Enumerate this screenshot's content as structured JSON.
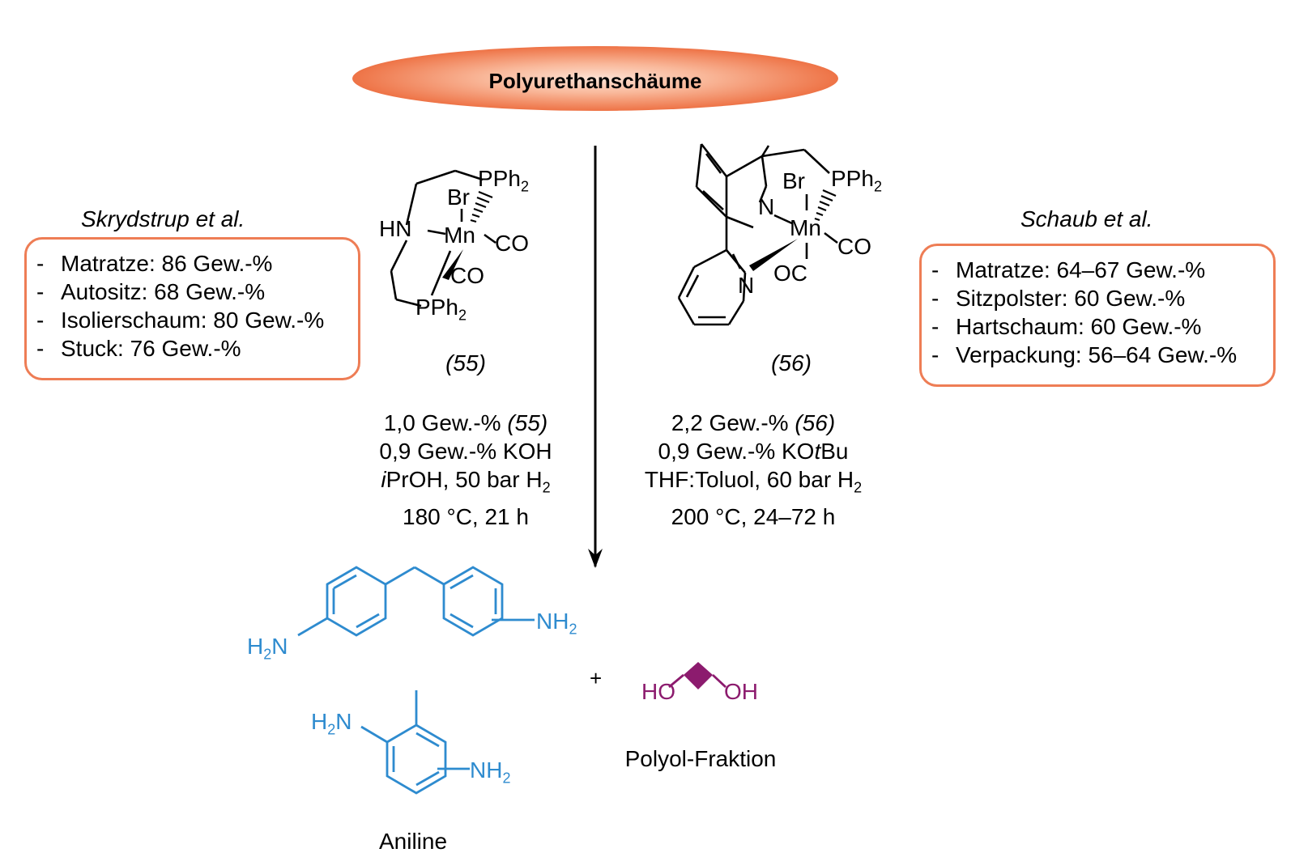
{
  "title": "Polyurethanschäume",
  "left_source": {
    "author": "Skrydstrup et al.",
    "items": [
      {
        "name": "Matratze",
        "value": "86 Gew.-%"
      },
      {
        "name": "Autositz",
        "value": "68 Gew.-%"
      },
      {
        "name": "Isolierschaum",
        "value": "80 Gew.-%"
      },
      {
        "name": "Stuck",
        "value": "76 Gew.-%"
      }
    ],
    "catalyst_number": "(55)",
    "conditions": {
      "line1_prefix": "1,0 Gew.-% ",
      "line1_ref": "(55)",
      "line2": "0,9 Gew.-% KOH",
      "line3_italic": "i",
      "line3_rest": "PrOH, 50 bar H",
      "line3_sub": "2",
      "line4": "180 °C, 21 h"
    },
    "catalyst_labels": {
      "pph2_top": "PPh",
      "pph2_top_sub": "2",
      "br": "Br",
      "hn": "HN",
      "mn": "Mn",
      "co_right": "CO",
      "co_bottom": "CO",
      "pph2_bottom": "PPh",
      "pph2_bottom_sub": "2"
    }
  },
  "right_source": {
    "author": "Schaub et al.",
    "items": [
      {
        "name": "Matratze",
        "value": "64–67 Gew.-%"
      },
      {
        "name": "Sitzpolster",
        "value": "60 Gew.-%"
      },
      {
        "name": "Hartschaum",
        "value": "60 Gew.-%"
      },
      {
        "name": "Verpackung",
        "value": "56–64 Gew.-%"
      }
    ],
    "catalyst_number": "(56)",
    "conditions": {
      "line1_prefix": "2,2 Gew.-% ",
      "line1_ref": "(56)",
      "line2_prefix": "0,9 Gew.-% KO",
      "line2_italic": "t",
      "line2_suffix": "Bu",
      "line3_rest": "THF:Toluol, 60 bar H",
      "line3_sub": "2",
      "line4": "200 °C, 24–72 h"
    },
    "catalyst_labels": {
      "br": "Br",
      "pph2": "PPh",
      "pph2_sub": "2",
      "n_top": "N",
      "mn": "Mn",
      "co_right": "CO",
      "oc": "OC",
      "n_bottom": "N"
    }
  },
  "products": {
    "amine_labels": {
      "h2n_left": "H",
      "h2n_left_sub": "2",
      "h2n_left_n": "N",
      "nh2_right": "NH",
      "nh2_right_sub": "2",
      "tda_h2n": "H",
      "tda_h2n_sub": "2",
      "tda_h2n_n": "N",
      "tda_nh2": "NH",
      "tda_nh2_sub": "2"
    },
    "plus": "+",
    "polyol_ho": "HO",
    "polyol_oh": "OH",
    "aniline_label": "Aniline",
    "polyol_label": "Polyol-Fraktion"
  },
  "colors": {
    "ellipse_fill_center": "#FDE1D3",
    "ellipse_fill_edge": "#F07A4E",
    "box_border": "#EE7D55",
    "amine_blue": "#2E8BCF",
    "polyol_purple": "#8C1B6E",
    "text": "#000000"
  }
}
